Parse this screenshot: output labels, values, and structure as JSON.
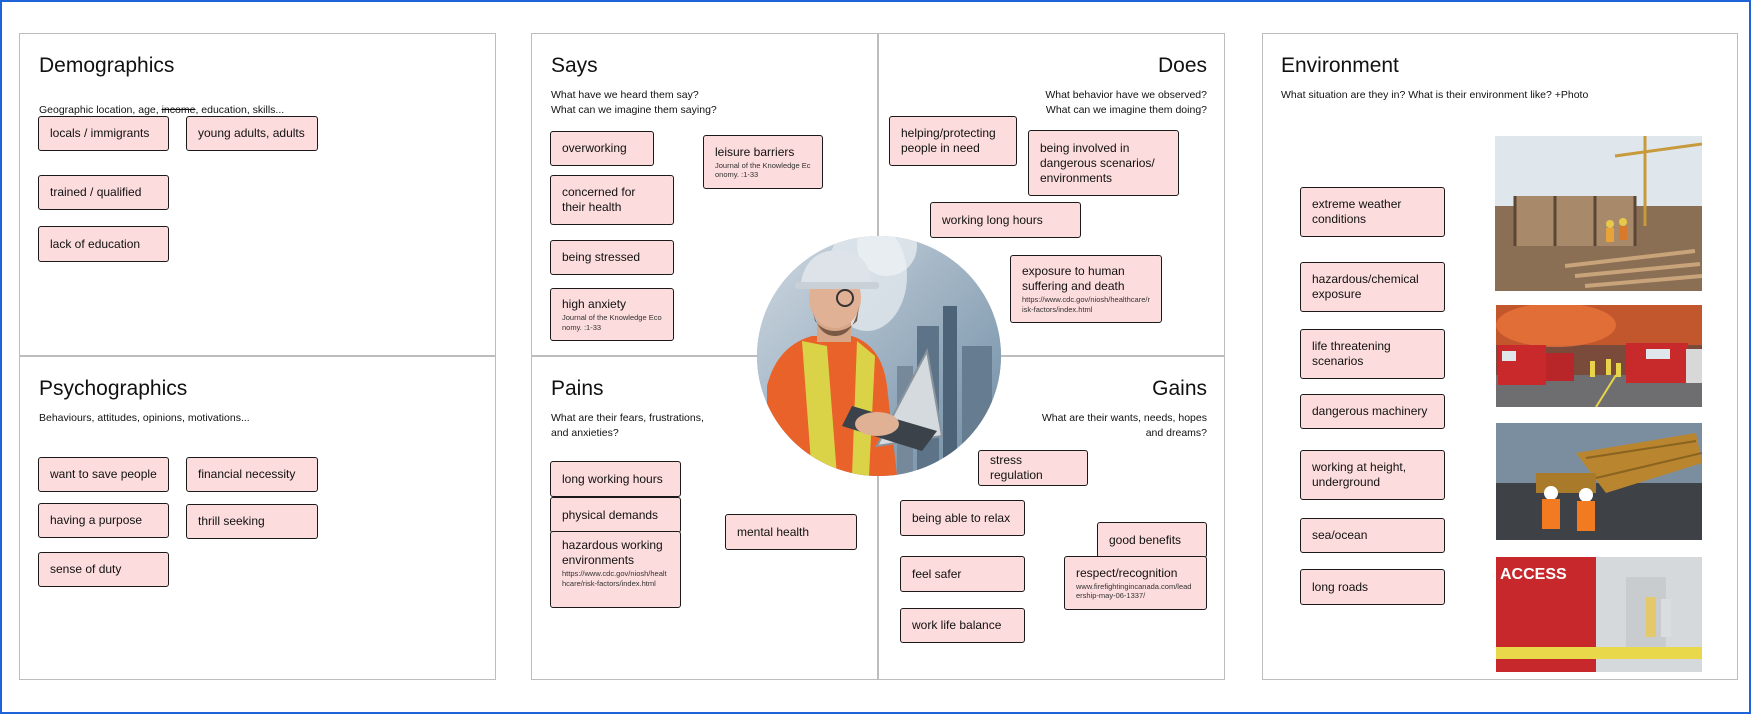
{
  "demographics": {
    "title": "Demographics",
    "prompt_before": "Geographic location, age, ",
    "prompt_struck": "income",
    "prompt_after": ", education, skills...",
    "notes": [
      "locals / immigrants",
      "young adults, adults",
      "trained / qualified",
      "lack of education"
    ]
  },
  "psychographics": {
    "title": "Psychographics",
    "prompt": "Behaviours, attitudes, opinions, motivations...",
    "notes": [
      "want to save people",
      "financial necessity",
      "having a purpose",
      "thrill seeking",
      "sense of duty"
    ]
  },
  "says": {
    "title": "Says",
    "prompt": "What have we heard them say?\nWhat can we imagine them saying?",
    "notes": [
      {
        "text": "overworking"
      },
      {
        "text": "leisure barriers",
        "source": "Journal of the Knowledge Economy. :1-33"
      },
      {
        "text": "concerned for their health"
      },
      {
        "text": "being stressed"
      },
      {
        "text": "high anxiety",
        "source": "Journal of the Knowledge Economy. :1-33"
      }
    ]
  },
  "does": {
    "title": "Does",
    "prompt": "What behavior have we observed?\nWhat can we imagine them doing?",
    "notes": [
      {
        "text": "helping/protecting people in need"
      },
      {
        "text": "being involved in dangerous scenarios/ environments"
      },
      {
        "text": "working long hours"
      },
      {
        "text": "exposure to human suffering and death",
        "source": "https://www.cdc.gov/niosh/healthcare/risk-factors/index.html"
      }
    ]
  },
  "pains": {
    "title": "Pains",
    "prompt": "What are their fears, frustrations,\nand anxieties?",
    "notes": [
      {
        "text": "long working hours"
      },
      {
        "text": "physical demands"
      },
      {
        "text": "hazardous working environments",
        "source": "https://www.cdc.gov/niosh/healthcare/risk-factors/index.html"
      },
      {
        "text": "mental health"
      }
    ]
  },
  "gains": {
    "title": "Gains",
    "prompt": "What are their wants, needs, hopes\nand dreams?",
    "notes": [
      {
        "text": "stress regulation"
      },
      {
        "text": "being able to relax"
      },
      {
        "text": "good benefits"
      },
      {
        "text": "feel safer"
      },
      {
        "text": "respect/recognition",
        "source": "www.firefightingincanada.com/leadership-may-06-1337/"
      },
      {
        "text": "work life balance"
      }
    ]
  },
  "environment": {
    "title": "Environment",
    "prompt": "What situation are they in? What is their environment like? +Photo",
    "notes": [
      "extreme weather conditions",
      "hazardous/chemical exposure",
      "life threatening scenarios",
      "dangerous machinery",
      "working at height, underground",
      "sea/ocean",
      "long roads"
    ],
    "sign_text": "ACCESS"
  }
}
